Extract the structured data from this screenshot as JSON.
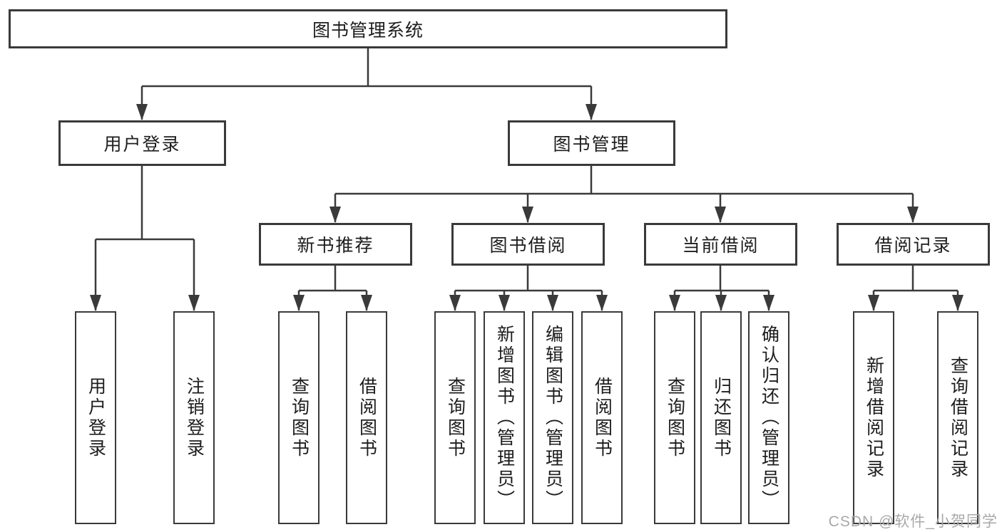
{
  "diagram": {
    "title": "图书管理系统",
    "branches": {
      "user_login": {
        "label": "用户登录",
        "children": [
          {
            "label": "用户登录"
          },
          {
            "label": "注销登录"
          }
        ]
      },
      "book_mgmt": {
        "label": "图书管理",
        "sections": [
          {
            "label": "新书推荐",
            "children": [
              {
                "label": "查询图书"
              },
              {
                "label": "借阅图书"
              }
            ]
          },
          {
            "label": "图书借阅",
            "children": [
              {
                "label": "查询图书"
              },
              {
                "label": "新增图书（管理员）"
              },
              {
                "label": "编辑图书（管理员）"
              },
              {
                "label": "借阅图书"
              }
            ]
          },
          {
            "label": "当前借阅",
            "children": [
              {
                "label": "查询图书"
              },
              {
                "label": "归还图书"
              },
              {
                "label": "确认归还（管理员）"
              }
            ]
          },
          {
            "label": "借阅记录",
            "children": [
              {
                "label": "新增借阅记录"
              },
              {
                "label": "查询借阅记录"
              }
            ]
          }
        ]
      }
    }
  },
  "watermark": {
    "text": "CSDN @软件_小贺同学"
  },
  "colors": {
    "line": "#3a3a3a",
    "box_border": "#3a3a3a",
    "text": "#1d1d1d",
    "watermark": "#a9a9a9",
    "background": "#ffffff"
  }
}
